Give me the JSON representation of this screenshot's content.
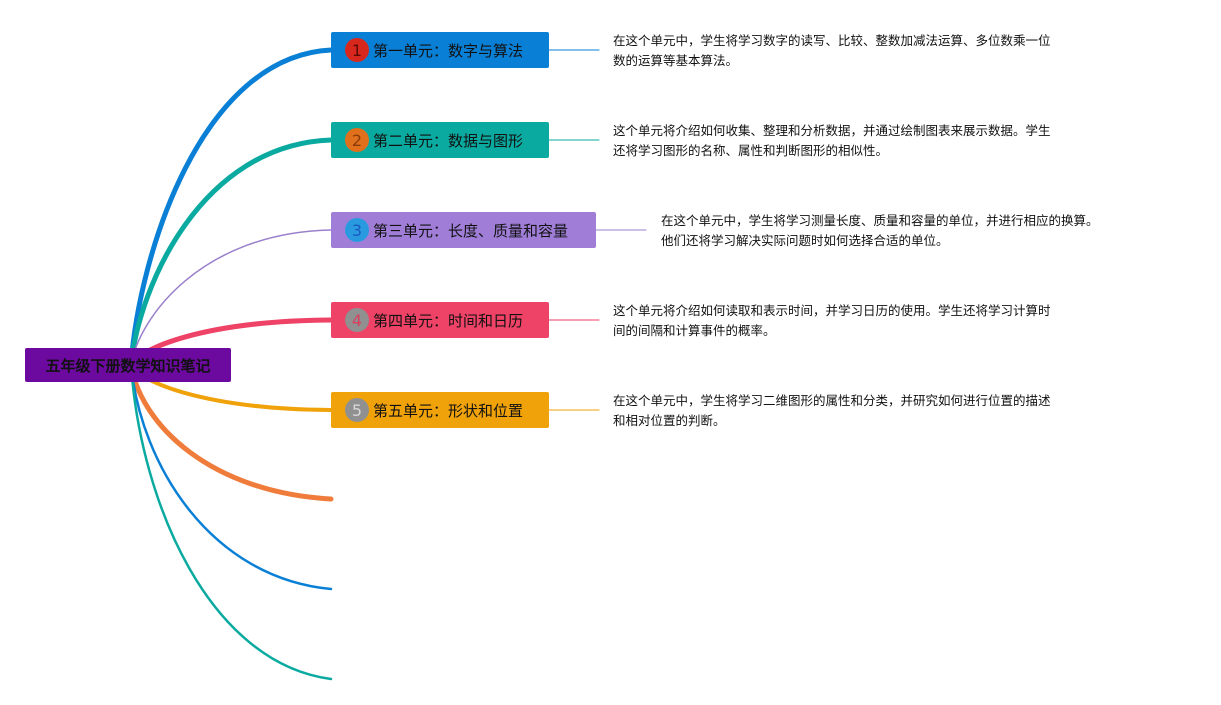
{
  "root": {
    "label": "五年级下册数学知识笔记",
    "color": "#6c0aa0"
  },
  "topics": [
    {
      "number": "1",
      "label": "第一单元：数字与算法",
      "color": "#0a7fd6",
      "badge_color": "#d8281d",
      "badge_text_color": "#5a0a05",
      "line_color": "#0a7fd6",
      "note_lines": [
        "在这个单元中，学生将学习数字的读写、比较、整数加减法运算、多位数乘一位",
        "数的运算等基本算法。"
      ]
    },
    {
      "number": "2",
      "label": "第二单元：数据与图形",
      "color": "#0aaaa0",
      "badge_color": "#e0701c",
      "badge_text_color": "#8a3a0a",
      "line_color": "#0aaaa0",
      "note_lines": [
        "这个单元将介绍如何收集、整理和分析数据，并通过绘制图表来展示数据。学生",
        "还将学习图形的名称、属性和判断图形的相似性。"
      ]
    },
    {
      "number": "3",
      "label": "第三单元：长度、质量和容量",
      "color": "#a07ed8",
      "badge_color": "#2a9ae0",
      "badge_text_color": "#1a5ac0",
      "line_color": "#9a80cc",
      "note_lines": [
        "在这个单元中，学生将学习测量长度、质量和容量的单位，并进行相应的换算。",
        "他们还将学习解决实际问题时如何选择合适的单位。"
      ]
    },
    {
      "number": "4",
      "label": "第四单元：时间和日历",
      "color": "#ee4266",
      "badge_color": "#909090",
      "badge_text_color": "#d84060",
      "line_color": "#ee4266",
      "note_lines": [
        "这个单元将介绍如何读取和表示时间，并学习日历的使用。学生还将学习计算时",
        "间的间隔和计算事件的概率。"
      ]
    },
    {
      "number": "5",
      "label": "第五单元：形状和位置",
      "color": "#f0a20a",
      "badge_color": "#909090",
      "badge_text_color": "#d8d8d8",
      "line_color": "#f0a20a",
      "note_lines": [
        "在这个单元中，学生将学习二维图形的属性和分类，并研究如何进行位置的描述",
        "和相对位置的判断。"
      ]
    }
  ],
  "empty_branch_colors": [
    "#f07c3c",
    "#0a7fd6",
    "#0aaaa0"
  ]
}
